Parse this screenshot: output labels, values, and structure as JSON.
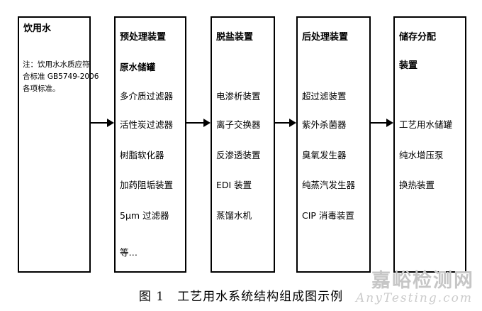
{
  "diagram": {
    "caption": "图 1　工艺用水系统结构组成图示例",
    "boxes": [
      {
        "id": "drinking-water",
        "title": "饮用水",
        "note_lines": [
          "注：饮用水水质应符",
          "合标准 GB5749-2006",
          "各项标准。"
        ]
      },
      {
        "id": "pretreatment",
        "title": "预处理装置",
        "subtitle": "原水储罐",
        "items": [
          "多介质过滤器",
          "活性炭过滤器",
          "树脂软化器",
          "加药阻垢装置",
          "5μm 过滤器",
          "等…"
        ]
      },
      {
        "id": "desalination",
        "title": "脱盐装置",
        "items": [
          "电渗析装置",
          "离子交换器",
          "反渗透装置",
          "EDI 装置",
          "蒸馏水机"
        ]
      },
      {
        "id": "post-treatment",
        "title": "后处理装置",
        "items": [
          "超过滤装置",
          "紫外杀菌器",
          "臭氧发生器",
          "纯蒸汽发生器",
          "CIP 消毒装置"
        ]
      },
      {
        "id": "storage-distribution",
        "title_lines": [
          "储存分配",
          "装置"
        ],
        "items": [
          "工艺用水储罐",
          "纯水增压泵",
          "换热装置"
        ]
      }
    ]
  },
  "watermark": {
    "site_name": "嘉峪检测网",
    "site_url": "AnyTesting.com",
    "color": "#c6c6c6"
  },
  "colors": {
    "box_border": "#000000",
    "text": "#000000",
    "background": "#ffffff"
  }
}
